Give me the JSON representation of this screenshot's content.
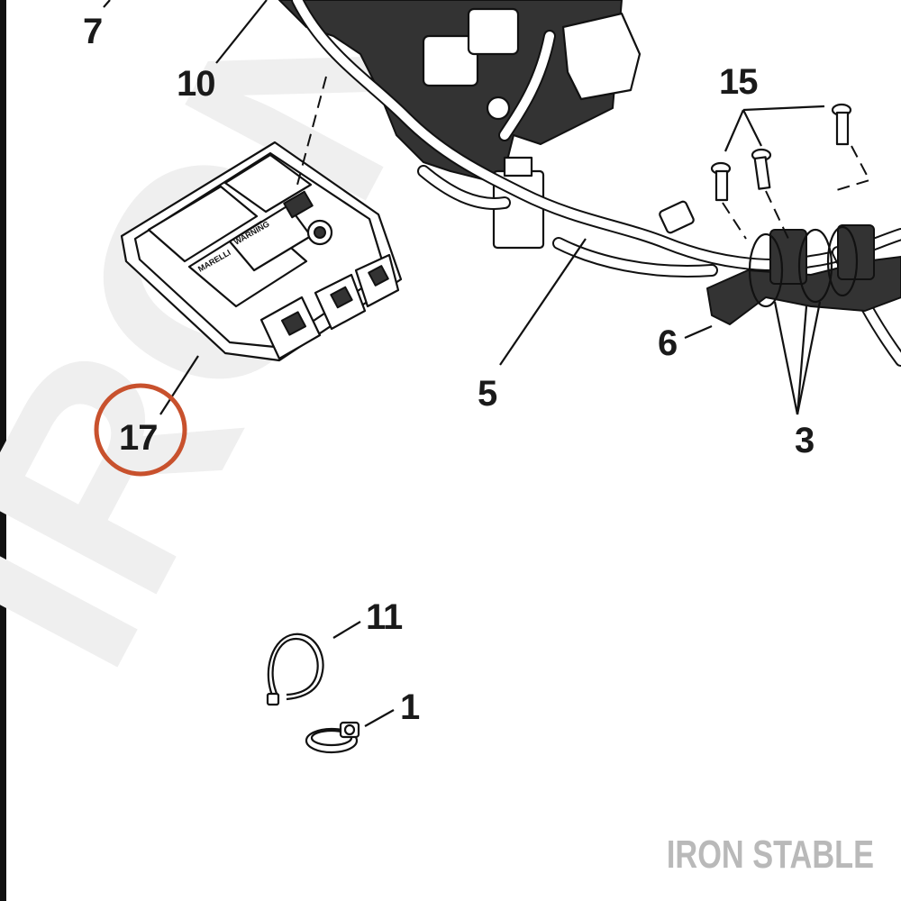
{
  "watermark": {
    "text": "IRONS",
    "color": "#efefef"
  },
  "footer": {
    "brand": "IRON STABLE",
    "color": "#b9b9b9"
  },
  "highlight": {
    "callout": "17",
    "ring_color": "#c8512d"
  },
  "callouts": {
    "c7": "7",
    "c10": "10",
    "c15": "15",
    "c6": "6",
    "c5": "5",
    "c3": "3",
    "c17": "17",
    "c11": "11",
    "c1": "1"
  },
  "ecm": {
    "warning_label": "WARNING",
    "maker_label": "MARELLI"
  },
  "colors": {
    "line": "#111111",
    "accent": "#c8512d"
  }
}
